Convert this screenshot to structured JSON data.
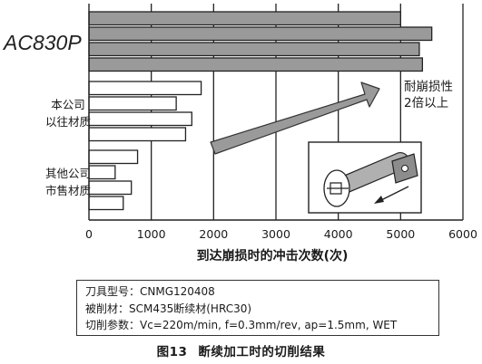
{
  "chart_data": {
    "type": "bar",
    "orientation": "horizontal",
    "xlim": [
      0,
      6000
    ],
    "x_ticks": [
      "0",
      "1000",
      "2000",
      "3000",
      "4000",
      "5000",
      "6000"
    ],
    "xlabel": "到达崩损时的冲击次数(次)",
    "grid": "vertical",
    "groups": [
      {
        "label": "AC830P",
        "values": [
          5000,
          5500,
          5300,
          5350
        ],
        "fill": "#9a9a9a",
        "italic": true
      },
      {
        "label": "本公司\n以往材质",
        "values": [
          1800,
          1400,
          1650,
          1550
        ],
        "fill": "#ffffff",
        "italic": false
      },
      {
        "label": "其他公司\n市售材质",
        "values": [
          780,
          420,
          680,
          550
        ],
        "fill": "#ffffff",
        "italic": false
      }
    ],
    "annotation": "耐崩损性\n2倍以上"
  },
  "conditions": {
    "line1": "刀具型号：CNMG120408",
    "line2": "被削材：SCM435断续材(HRC30)",
    "line3": "切削参数：Vc=220m/min, f=0.3mm/rev, ap=1.5mm, WET"
  },
  "caption": {
    "number": "图13",
    "title": "断续加工时的切削结果"
  }
}
